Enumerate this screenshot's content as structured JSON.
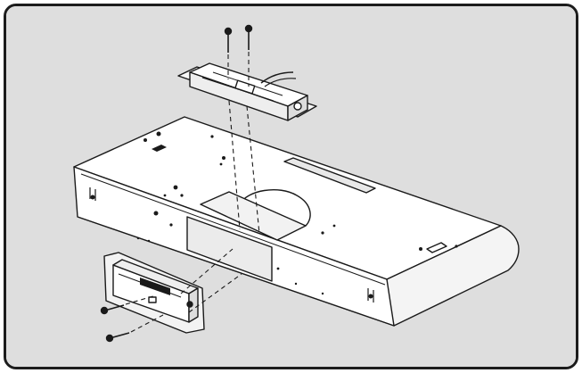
{
  "figure": {
    "background_color": "#dedede",
    "border_color": "#1c1c1c",
    "line_color": "#1a1a1a",
    "part_fill_color": "#ffffff",
    "part_shade_color": "#eeeeee",
    "components": [
      "range-hood",
      "top-junction-box",
      "front-junction-box",
      "screw"
    ]
  }
}
